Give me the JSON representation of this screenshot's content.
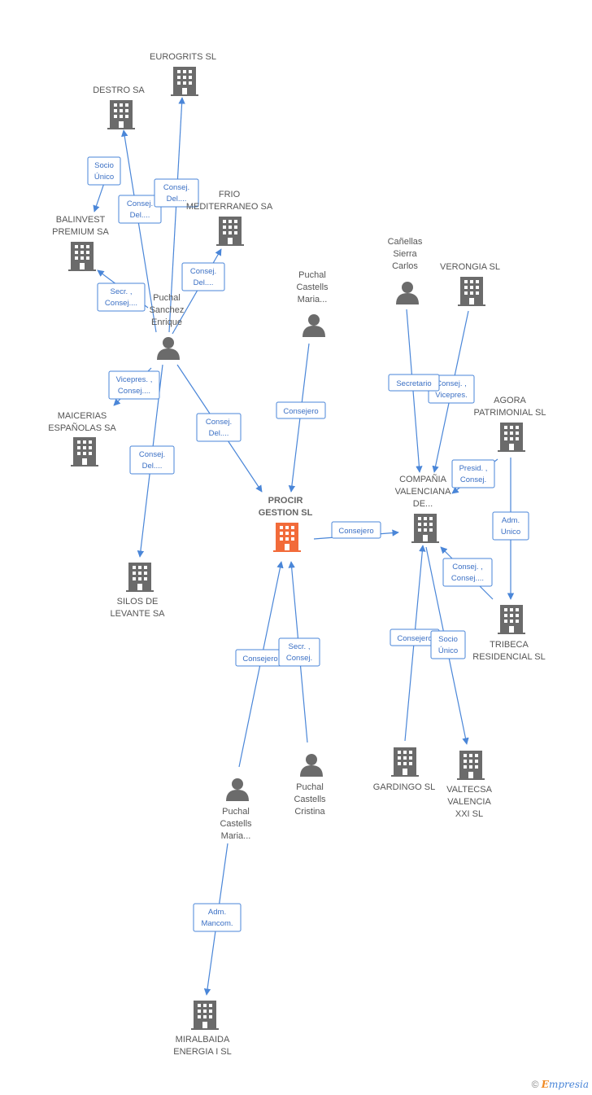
{
  "colors": {
    "edge": "#4a86d8",
    "building": "#6b6b6b",
    "focus": "#f26b3a",
    "person": "#6b6b6b"
  },
  "nodes": {
    "eurogrits": {
      "type": "company",
      "label": [
        "EUROGRITS SL"
      ]
    },
    "destro": {
      "type": "company",
      "label": [
        "DESTRO SA"
      ]
    },
    "frio": {
      "type": "company",
      "label": [
        "FRIO",
        "MEDITERRANEO SA"
      ]
    },
    "balinvest": {
      "type": "company",
      "label": [
        "BALINVEST",
        "PREMIUM SA"
      ]
    },
    "puchal_enrique": {
      "type": "person",
      "label": [
        "Puchal",
        "Sanchez",
        "Enrique"
      ]
    },
    "maicerias": {
      "type": "company",
      "label": [
        "MAICERIAS",
        "ESPAÑOLAS SA"
      ]
    },
    "silos": {
      "type": "company",
      "label": [
        "SILOS DE",
        "LEVANTE SA"
      ]
    },
    "puchal_maria_top": {
      "type": "person",
      "label": [
        "Puchal",
        "Castells",
        "Maria..."
      ]
    },
    "procir": {
      "type": "focus",
      "label": [
        "PROCIR",
        "GESTION SL"
      ]
    },
    "canellas": {
      "type": "person",
      "label": [
        "Cañellas",
        "Sierra",
        "Carlos"
      ]
    },
    "verongia": {
      "type": "company",
      "label": [
        "VERONGIA SL"
      ]
    },
    "agora": {
      "type": "company",
      "label": [
        "AGORA",
        "PATRIMONIAL SL"
      ]
    },
    "compania": {
      "type": "company",
      "label": [
        "COMPAÑIA",
        "VALENCIANA",
        "DE..."
      ]
    },
    "tribeca": {
      "type": "company",
      "label": [
        "TRIBECA",
        "RESIDENCIAL SL"
      ]
    },
    "gardingo": {
      "type": "company",
      "label": [
        "GARDINGO SL"
      ]
    },
    "valtecsa": {
      "type": "company",
      "label": [
        "VALTECSA",
        "VALENCIA",
        "XXI SL"
      ]
    },
    "puchal_cristina": {
      "type": "person",
      "label": [
        "Puchal",
        "Castells",
        "Cristina"
      ]
    },
    "puchal_maria_bottom": {
      "type": "person",
      "label": [
        "Puchal",
        "Castells",
        "Maria..."
      ]
    },
    "miralbaida": {
      "type": "company",
      "label": [
        "MIRALBAIDA",
        "ENERGIA I SL"
      ]
    }
  },
  "edges": [
    {
      "id": "e-destro-balinvest",
      "label": [
        "Socio",
        "Único"
      ]
    },
    {
      "id": "e-enrique-destro",
      "label": [
        "Consej.",
        "Del...."
      ]
    },
    {
      "id": "e-enrique-eurogrits",
      "label": [
        "Consej.",
        "Del...."
      ]
    },
    {
      "id": "e-enrique-frio",
      "label": [
        "Consej.",
        "Del...."
      ]
    },
    {
      "id": "e-enrique-balinvest",
      "label": [
        "Secr. ,",
        "Consej...."
      ]
    },
    {
      "id": "e-enrique-maicerias",
      "label": [
        "Vicepres. ,",
        "Consej...."
      ]
    },
    {
      "id": "e-enrique-silos",
      "label": [
        "Consej.",
        "Del...."
      ]
    },
    {
      "id": "e-enrique-procir",
      "label": [
        "Consej.",
        "Del...."
      ]
    },
    {
      "id": "e-mariatop-procir",
      "label": [
        "Consejero"
      ]
    },
    {
      "id": "e-procir-compania",
      "label": [
        "Consejero"
      ]
    },
    {
      "id": "e-canellas-compania",
      "label": [
        "Secretario"
      ]
    },
    {
      "id": "e-verongia-compania",
      "label": [
        "Consej. ,",
        "Vicepres."
      ]
    },
    {
      "id": "e-agora-compania",
      "label": [
        "Presid. ,",
        "Consej."
      ]
    },
    {
      "id": "e-agora-tribeca",
      "label": [
        "Adm.",
        "Unico"
      ]
    },
    {
      "id": "e-tribeca-compania",
      "label": [
        "Consej. ,",
        "Consej...."
      ]
    },
    {
      "id": "e-gardingo-compania",
      "label": [
        "Consejero"
      ]
    },
    {
      "id": "e-compania-valtecsa",
      "label": [
        "Socio",
        "Único"
      ]
    },
    {
      "id": "e-cristina-procir",
      "label": [
        "Secr. ,",
        "Consej."
      ]
    },
    {
      "id": "e-mariabottom-procir",
      "label": [
        "Consejero"
      ]
    },
    {
      "id": "e-mariabottom-miralbaida",
      "label": [
        "Adm.",
        "Mancom."
      ]
    }
  ],
  "footer": {
    "copyright": "©",
    "brand_first": "E",
    "brand_rest": "mpresia"
  }
}
